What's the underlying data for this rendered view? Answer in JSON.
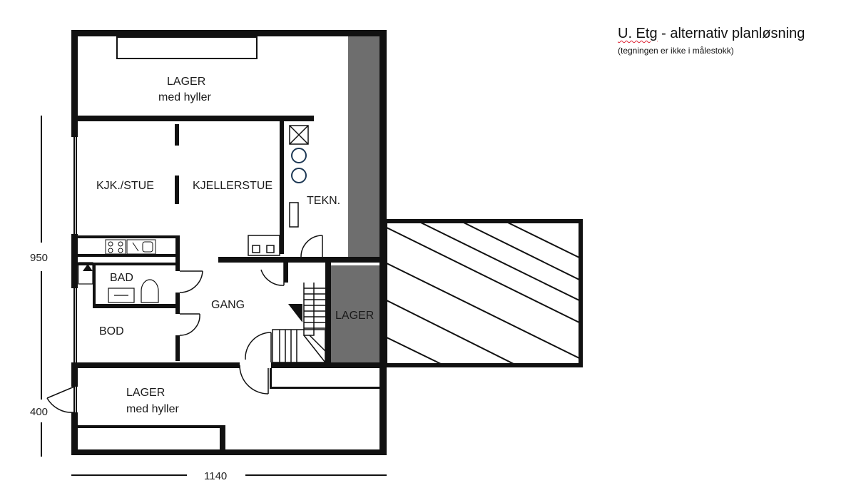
{
  "header": {
    "title_prefix": "U. Etg",
    "title_rest": " - alternativ planløsning",
    "subtitle": "(tegningen er ikke i målestokk)"
  },
  "rooms": {
    "lager_top_line1": "LAGER",
    "lager_top_line2": "med hyller",
    "kjk_stue": "KJK./STUE",
    "kjellerstue": "KJELLERSTUE",
    "tekn": "TEKN.",
    "bad": "BAD",
    "gang": "GANG",
    "bod": "BOD",
    "lager_mid": "LAGER",
    "lager_bottom_line1": "LAGER",
    "lager_bottom_line2": "med hyller"
  },
  "dimensions": {
    "height_main": "950",
    "height_lower": "400",
    "width": "1140"
  },
  "colors": {
    "wall": "#111111",
    "shaft": "#6e6e6e",
    "hatch": "#111111",
    "spellcheck_underline": "#dd2233"
  }
}
